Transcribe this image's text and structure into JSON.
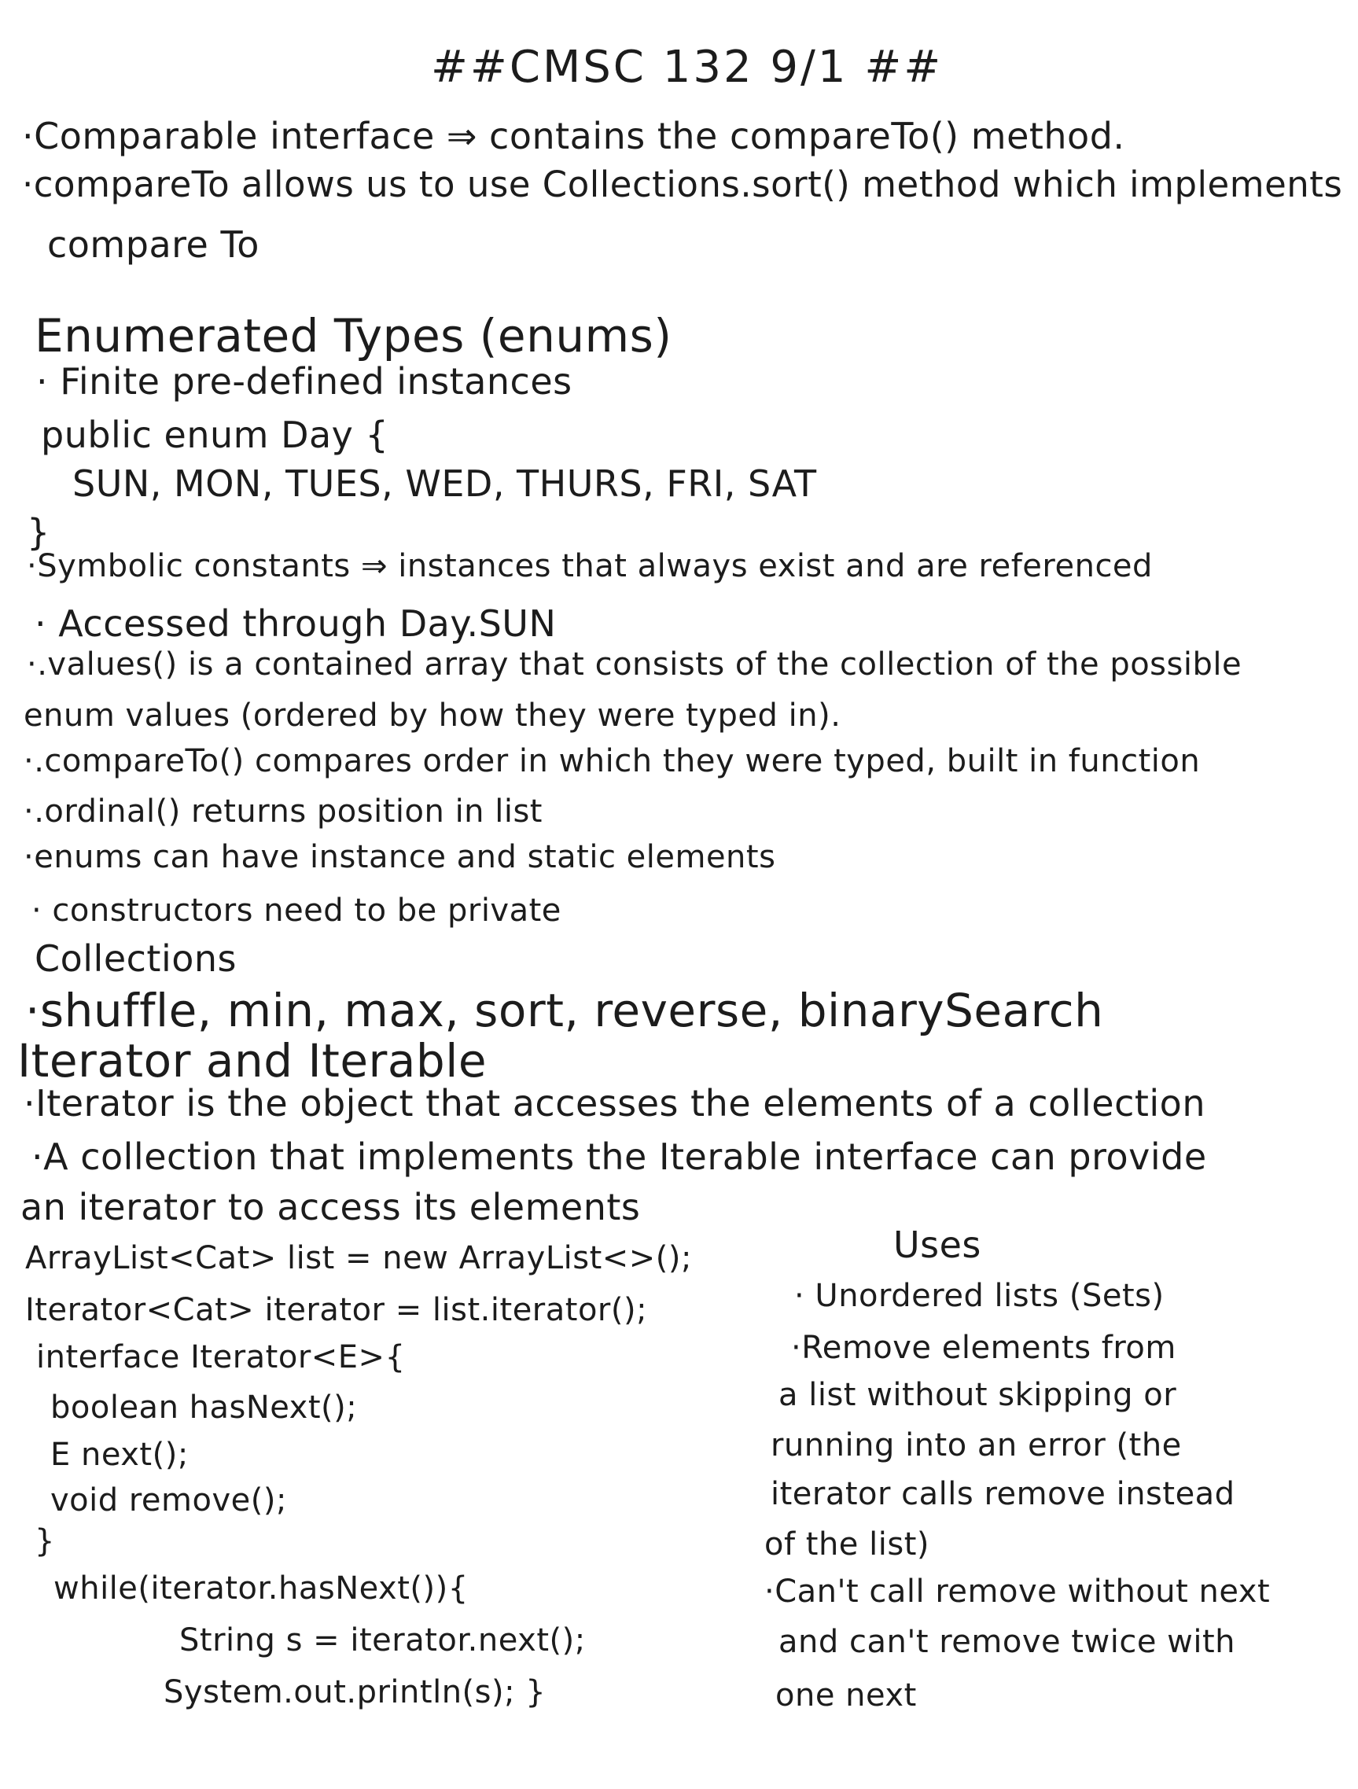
{
  "title": "##CMSC 132 9/1 ##",
  "top": [
    "·Comparable interface ⇒ contains the compareTo() method.",
    "·compareTo allows us to use Collections.sort() method which implements",
    "compare To"
  ],
  "enums": {
    "heading": "Enumerated Types (enums)",
    "lines": [
      "· Finite pre-defined instances",
      "public enum Day {",
      "SUN, MON, TUES, WED, THURS, FRI, SAT",
      "}",
      "·Symbolic constants ⇒ instances that always exist and are referenced",
      "· Accessed through Day.SUN",
      "·.values() is a contained array that consists of the collection of the possible",
      "enum values (ordered by how they were typed in).",
      "·.compareTo() compares order in which they were typed, built in function",
      "·.ordinal() returns position in list",
      "·enums can have instance and static elements",
      "· constructors need to be private"
    ]
  },
  "collections": {
    "heading": "Collections",
    "line": "·shuffle, min, max, sort, reverse, binarySearch"
  },
  "iterator": {
    "heading": "Iterator and Iterable",
    "lines": [
      "·Iterator is the object that accesses the elements of a collection",
      "·A collection that implements the Iterable interface can provide",
      "an iterator to access its elements"
    ],
    "code": [
      "ArrayList<Cat> list = new ArrayList<>();",
      "Iterator<Cat> iterator = list.iterator();",
      "interface Iterator<E>{",
      "boolean hasNext();",
      "E next();",
      "void remove();",
      "}",
      "while(iterator.hasNext()){",
      "String s = iterator.next();",
      "System.out.println(s); }"
    ]
  },
  "uses": {
    "heading": "Uses",
    "lines": [
      "· Unordered lists (Sets)",
      "·Remove elements from",
      "a list without skipping or",
      "running into an error (the",
      "iterator calls remove instead",
      "of the list)",
      "·Can't call remove without next",
      "and can't remove twice with",
      "one next"
    ]
  }
}
